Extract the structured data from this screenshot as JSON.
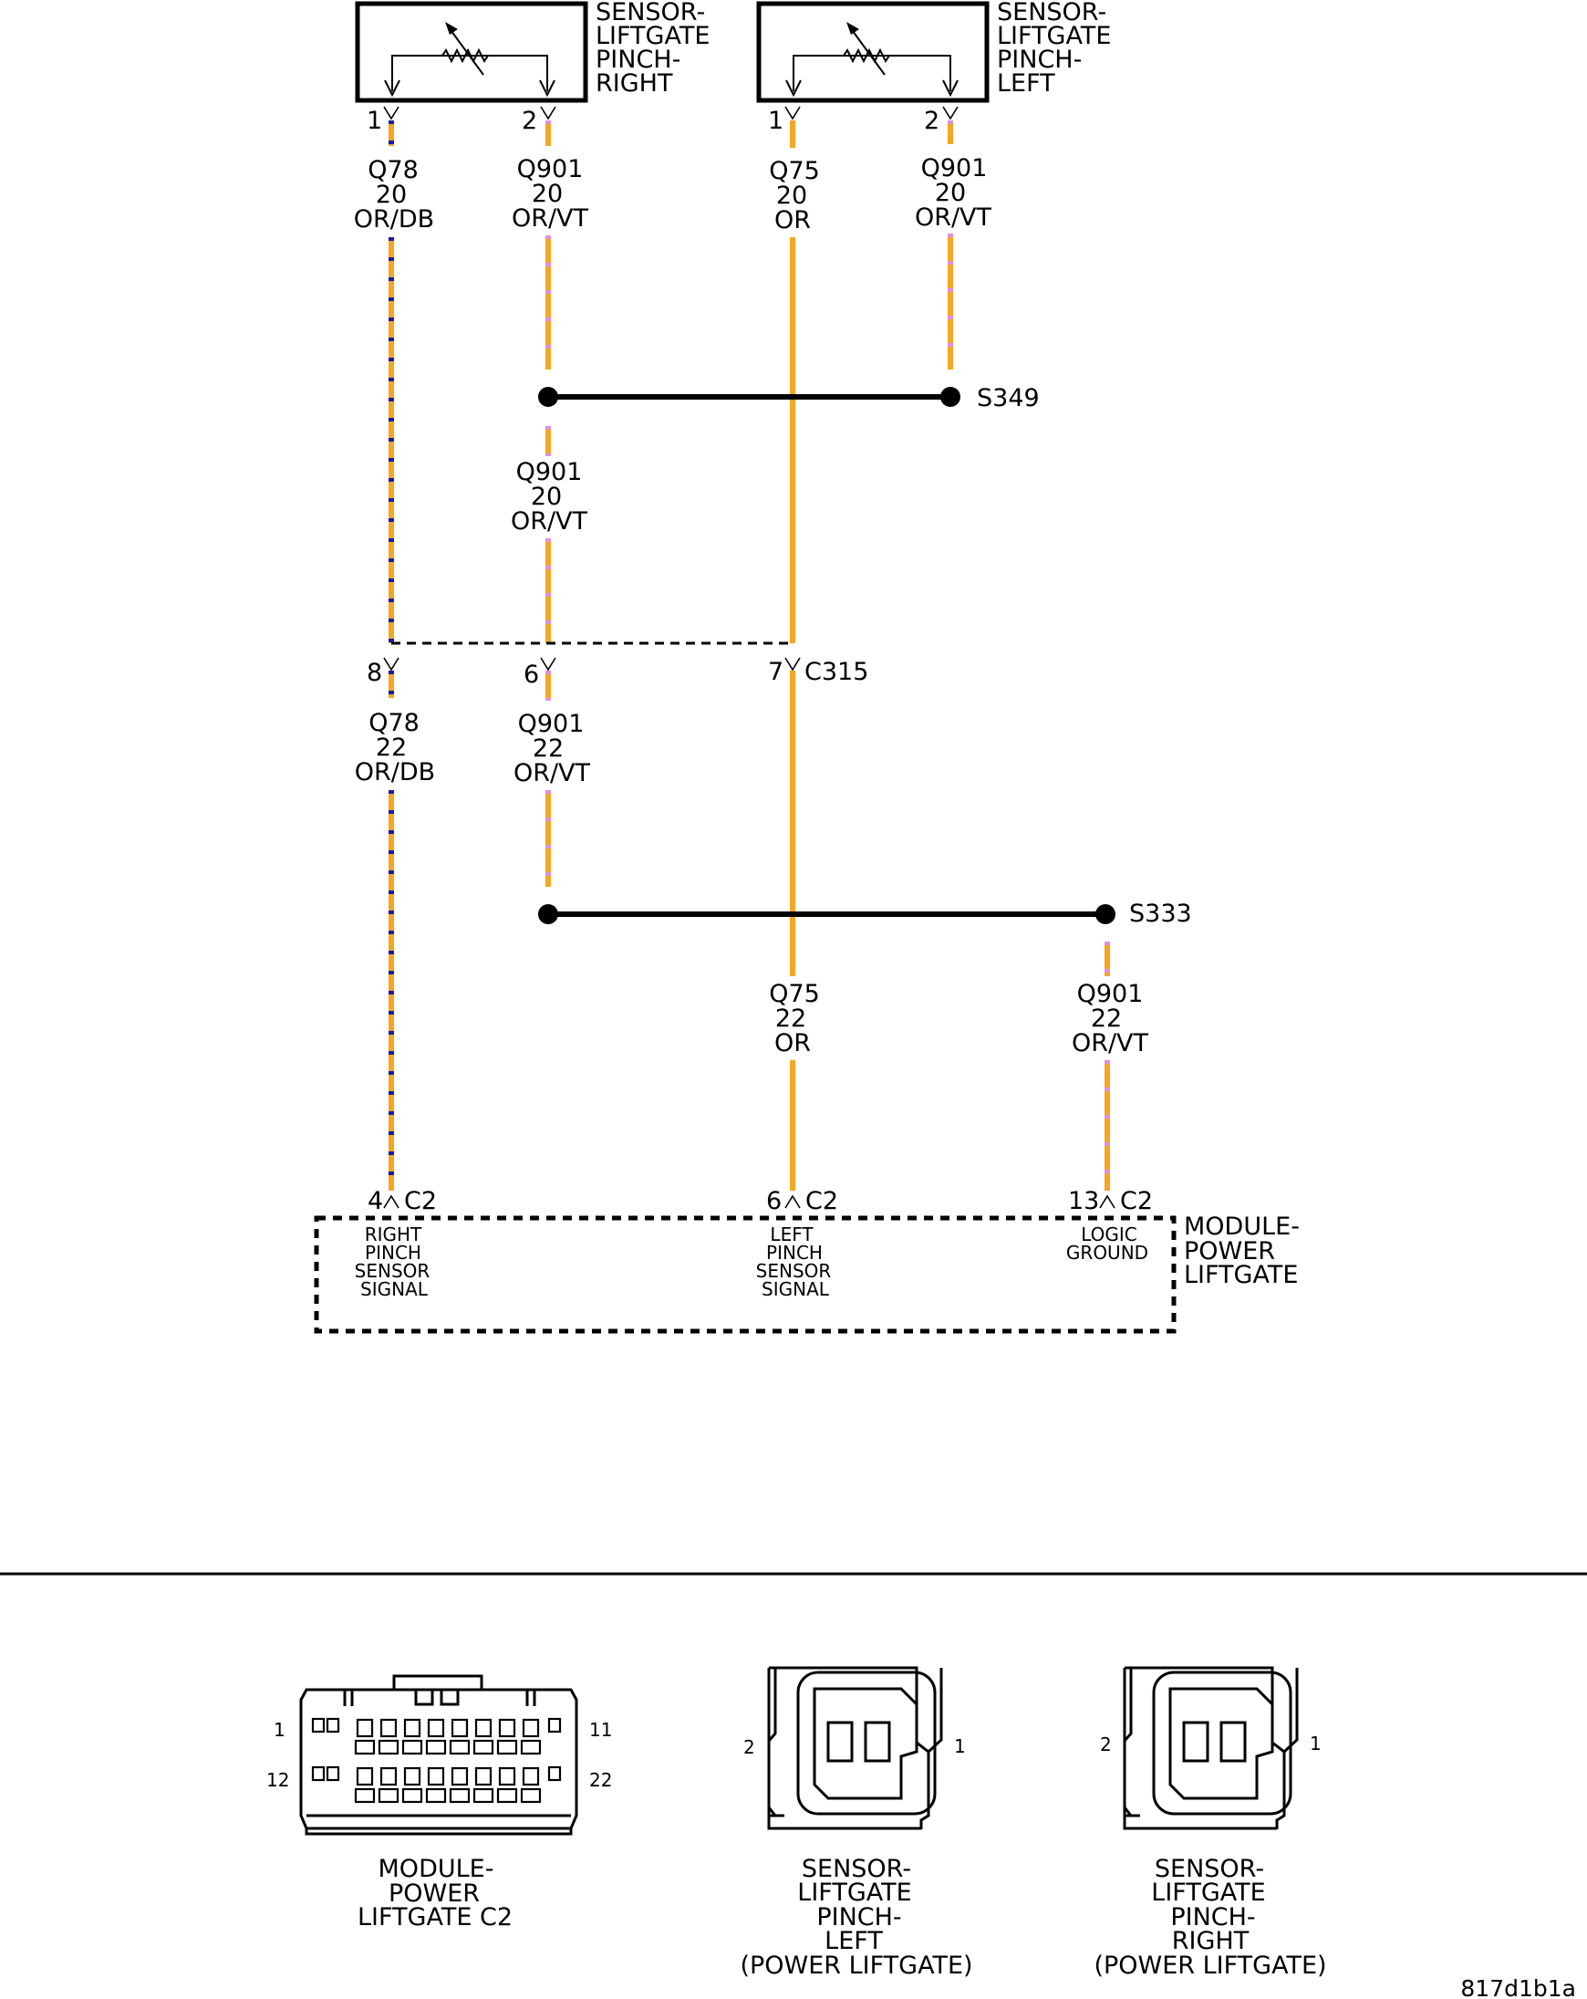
{
  "components": {
    "sensor_right": {
      "name_lines": [
        "SENSOR-",
        "LIFTGATE",
        "PINCH-",
        "RIGHT"
      ],
      "pin1": "1",
      "pin2": "2"
    },
    "sensor_left": {
      "name_lines": [
        "SENSOR-",
        "LIFTGATE",
        "PINCH-",
        "LEFT"
      ],
      "pin1": "1",
      "pin2": "2"
    },
    "module": {
      "name_lines": [
        "MODULE-",
        "POWER",
        "LIFTGATE"
      ],
      "pins": [
        {
          "num": "4",
          "conn": "C2",
          "func_lines": [
            "RIGHT",
            "PINCH",
            "SENSOR",
            "SIGNAL"
          ]
        },
        {
          "num": "6",
          "conn": "C2",
          "func_lines": [
            "LEFT",
            "PINCH",
            "SENSOR",
            "SIGNAL"
          ]
        },
        {
          "num": "13",
          "conn": "C2",
          "func_lines": [
            "LOGIC",
            "GROUND"
          ]
        }
      ]
    }
  },
  "wires": {
    "q78_upper": {
      "lines": [
        "Q78",
        "20",
        "OR/DB"
      ]
    },
    "q901_upper_r": {
      "lines": [
        "Q901",
        "20",
        "OR/VT"
      ]
    },
    "q75_upper": {
      "lines": [
        "Q75",
        "20",
        "OR"
      ]
    },
    "q901_upper_l": {
      "lines": [
        "Q901",
        "20",
        "OR/VT"
      ]
    },
    "q901_mid": {
      "lines": [
        "Q901",
        "20",
        "OR/VT"
      ]
    },
    "q78_lower": {
      "lines": [
        "Q78",
        "22",
        "OR/DB"
      ]
    },
    "q901_lower": {
      "lines": [
        "Q901",
        "22",
        "OR/VT"
      ]
    },
    "q75_lower": {
      "lines": [
        "Q75",
        "22",
        "OR"
      ]
    },
    "q901_ground": {
      "lines": [
        "Q901",
        "22",
        "OR/VT"
      ]
    }
  },
  "splices": {
    "s349": "S349",
    "s333": "S333"
  },
  "inline_connector": {
    "name": "C315",
    "pins": [
      "8",
      "6",
      "7"
    ]
  },
  "connector_views": {
    "module_c2": {
      "caption_lines": [
        "MODULE-",
        "POWER",
        "LIFTGATE C2"
      ],
      "pin_labels": [
        "1",
        "11",
        "12",
        "22"
      ]
    },
    "sensor_left_view": {
      "caption_lines": [
        "SENSOR-",
        "LIFTGATE",
        "PINCH-",
        "LEFT",
        "(POWER LIFTGATE)"
      ],
      "pin_labels": [
        "2",
        "1"
      ]
    },
    "sensor_right_view": {
      "caption_lines": [
        "SENSOR-",
        "LIFTGATE",
        "PINCH-",
        "RIGHT",
        "(POWER LIFTGATE)"
      ],
      "pin_labels": [
        "2",
        "1"
      ]
    }
  },
  "diagram_code": "817d1b1a",
  "colors": {
    "orange": "#F5A623",
    "dark_blue": "#1A1AA8",
    "violet": "#E090E0",
    "black": "#000000"
  }
}
